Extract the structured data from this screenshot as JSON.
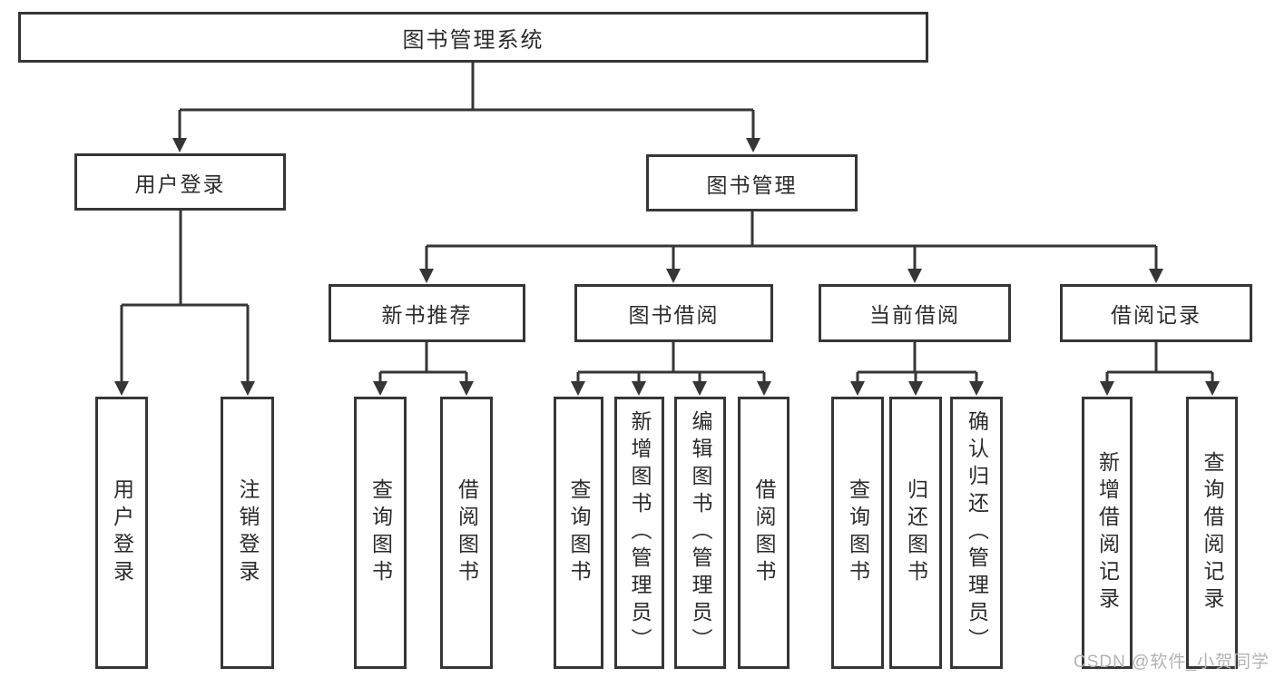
{
  "tree": {
    "label": "图书管理系统",
    "children": [
      {
        "label": "用户登录",
        "children": [
          {
            "label": "用户登录"
          },
          {
            "label": "注销登录"
          }
        ]
      },
      {
        "label": "图书管理",
        "children": [
          {
            "label": "新书推荐",
            "children": [
              {
                "label": "查询图书"
              },
              {
                "label": "借阅图书"
              }
            ]
          },
          {
            "label": "图书借阅",
            "children": [
              {
                "label": "查询图书"
              },
              {
                "label": "新增图书（管理员）"
              },
              {
                "label": "编辑图书（管理员）"
              },
              {
                "label": "借阅图书"
              }
            ]
          },
          {
            "label": "当前借阅",
            "children": [
              {
                "label": "查询图书"
              },
              {
                "label": "归还图书"
              },
              {
                "label": "确认归还（管理员）"
              }
            ]
          },
          {
            "label": "借阅记录",
            "children": [
              {
                "label": "新增借阅记录"
              },
              {
                "label": "查询借阅记录"
              }
            ]
          }
        ]
      }
    ]
  },
  "watermark": {
    "text": "CSDN @软件_小贺同学"
  },
  "colors": {
    "line": "#363636",
    "text": "#2b2b2b",
    "background": "#ffffff",
    "watermark": "#b3b3b3"
  }
}
